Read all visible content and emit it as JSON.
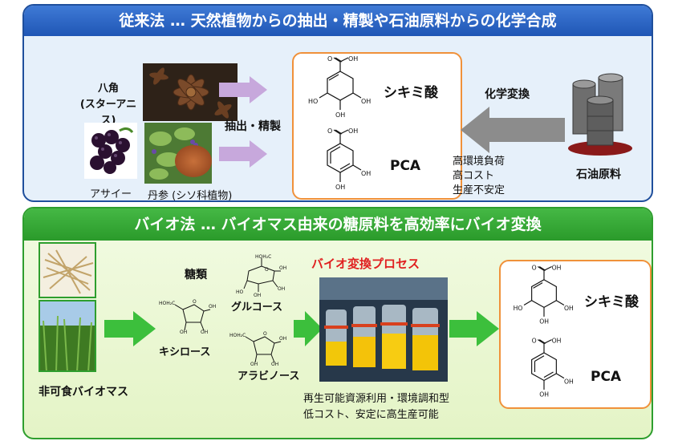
{
  "top": {
    "title": "従来法 … 天然植物からの抽出・精製や石油原料からの化学合成",
    "star_anise_label": "八角\n(スターアニス)",
    "acai_label": "アサイー",
    "tanjin_label": "丹参 (シソ科植物)",
    "extract_label": "抽出・精製",
    "shikimic_label": "シキミ酸",
    "pca_label": "PCA",
    "chem_conv_label": "化学変換",
    "drawbacks": [
      "高環境負荷",
      "高コスト",
      "生産不安定"
    ],
    "petroleum_label": "石油原料",
    "mol_oh": "OH",
    "mol_o": "O",
    "mol_ho": "HO"
  },
  "bottom": {
    "title": "バイオ法 … バイオマス由来の糖原料を高効率にバイオ変換",
    "biomass_label": "非可食バイオマス",
    "sugars_label": "糖類",
    "glucose_label": "グルコース",
    "xylose_label": "キシロース",
    "arabinose_label": "アラビノース",
    "process_label": "バイオ変換プロセス",
    "benefits": [
      "再生可能資源利用・環境調和型",
      "低コスト、安定に高生産可能"
    ],
    "shikimic_label": "シキミ酸",
    "pca_label": "PCA",
    "mol_oh": "OH",
    "mol_o": "O",
    "mol_ho": "HO",
    "sugar_ho": "HO",
    "sugar_oh": "OH",
    "sugar_o": "O",
    "sugar_hoh2c": "HOH₂C"
  },
  "colors": {
    "top_border": "#1f4f9c",
    "top_header": "#2a62c4",
    "bottom_border": "#2e9e2e",
    "bottom_header": "#38a838",
    "chem_box_border": "#f0913a",
    "process_text": "#e02020",
    "grey_arrow": "#8c8c8c",
    "lavender_arrow": "#c7a8dc",
    "green_arrow": "#3cbf3c"
  }
}
